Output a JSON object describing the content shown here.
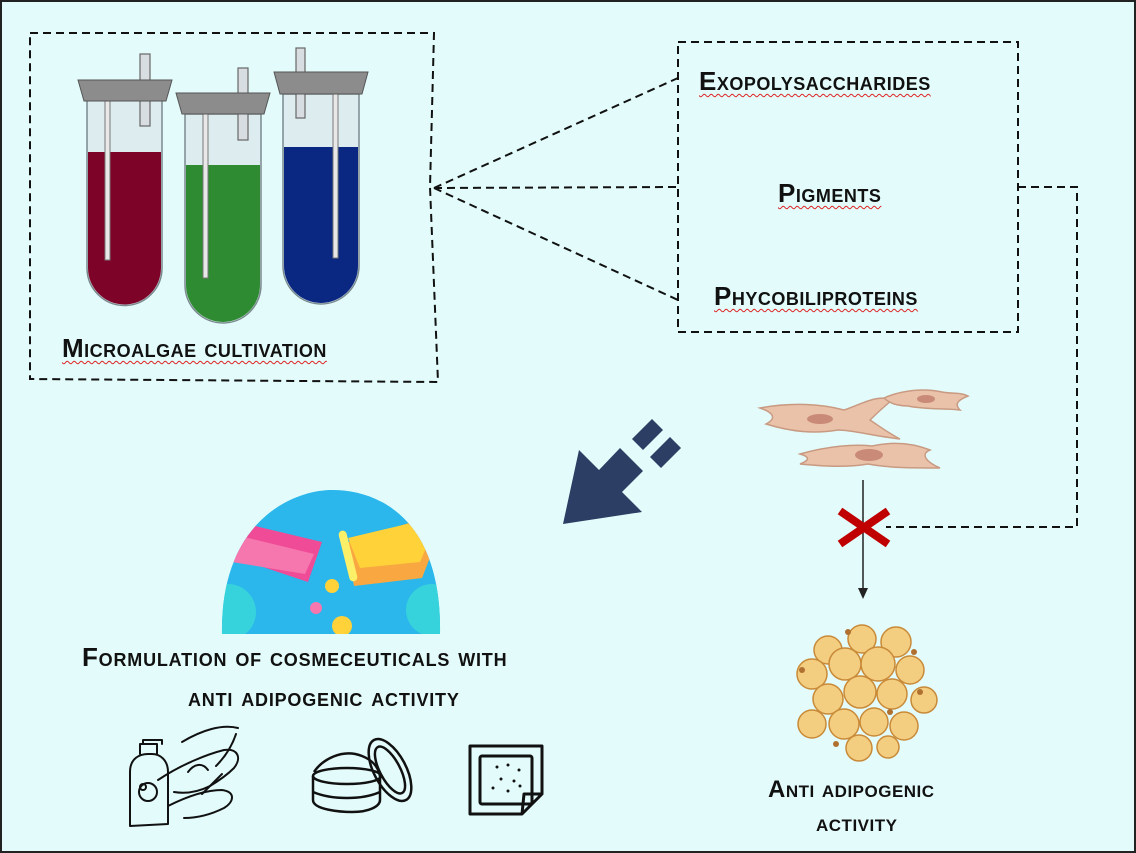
{
  "cultivation": {
    "label": "Microalgae cultivation"
  },
  "compounds": {
    "items": [
      {
        "label": "Exopolysaccharides"
      },
      {
        "label": "Pigments"
      },
      {
        "label": "Phycobiliproteins"
      }
    ]
  },
  "formulation": {
    "line1": "Formulation of cosmeceuticals with",
    "line2": "anti adipogenic activity"
  },
  "adipocytes": {
    "line1": "Anti adipogenic",
    "line2": "activity"
  },
  "colors": {
    "tube_red": "#7e0329",
    "tube_green": "#2e8b32",
    "tube_blue": "#0a2882",
    "arrow": "#2c3e63",
    "inhibit_x": "#c00000",
    "cell": "#eac2aa",
    "fat": "#f3cd80"
  }
}
